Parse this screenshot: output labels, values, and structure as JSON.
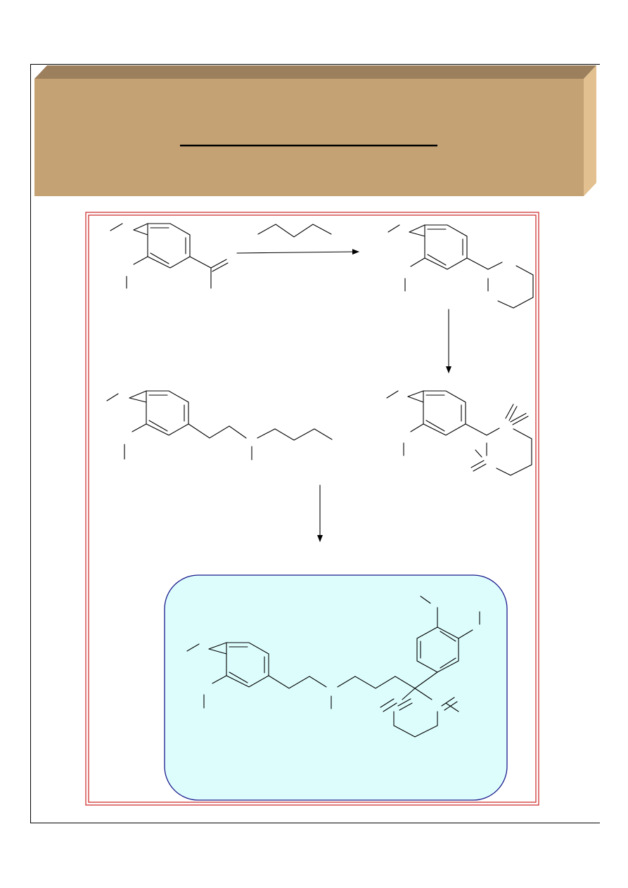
{
  "header_banner": {
    "title": "",
    "face_color": "#c4a274",
    "top_color": "#9c7f5c",
    "side_color": "#e2c08f",
    "rule_color": "#000000"
  },
  "scheme": {
    "outer_border_color": "#cc2222",
    "product_box_fill": "#ddfdfd",
    "product_box_border": "#1a1a8c",
    "reagent_label": "",
    "structures": [
      {
        "id": "starting-material",
        "label": ""
      },
      {
        "id": "dithiane-intermediate",
        "label": ""
      },
      {
        "id": "dithiane-dioxide-intermediate",
        "label": ""
      },
      {
        "id": "amine-reagent",
        "label": ""
      },
      {
        "id": "target-product",
        "label": ""
      }
    ]
  }
}
